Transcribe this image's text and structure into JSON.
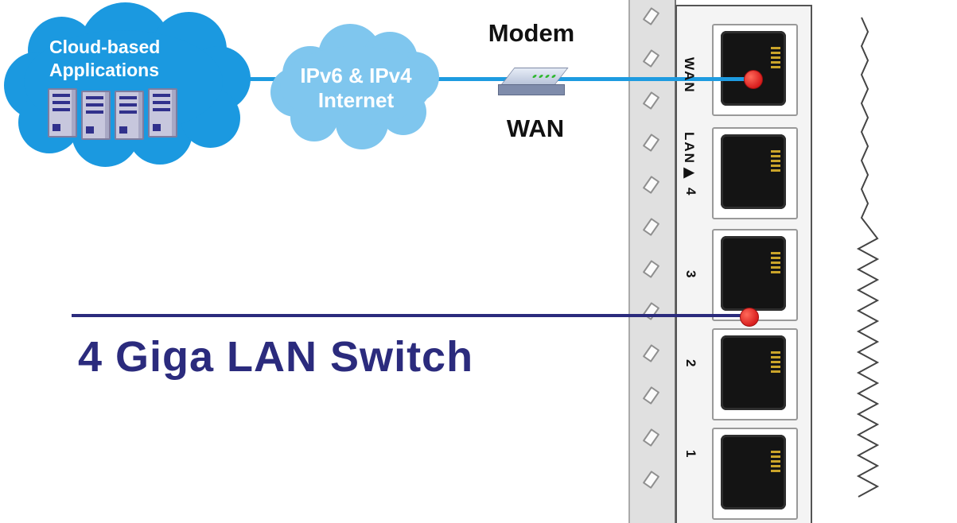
{
  "diagram": {
    "cloud_apps": {
      "line1": "Cloud-based",
      "line2": "Applications"
    },
    "cloud_internet": {
      "line1": "IPv6 & IPv4",
      "line2": "Internet"
    },
    "modem_label": "Modem",
    "wan_label": "WAN",
    "switch_label": "4 Giga LAN Switch",
    "router": {
      "wan_port_label": "WAN",
      "lan_label": "LAN▶",
      "port4": "4",
      "port3": "3",
      "port2": "2",
      "port1": "1"
    }
  },
  "colors": {
    "cloud_apps": "#1b99e0",
    "cloud_internet": "#7fc6ee",
    "line_blue": "#1e9be0",
    "line_navy": "#2b2b7d",
    "dot_red": "#d81e1e",
    "switch_text": "#2b2b7d"
  }
}
